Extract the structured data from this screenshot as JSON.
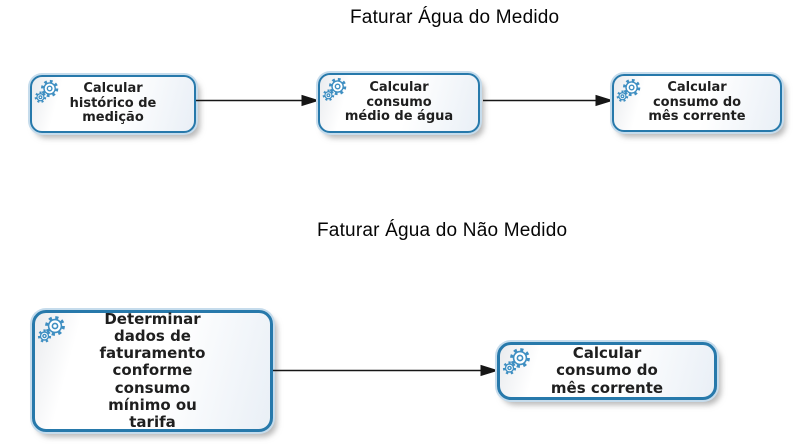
{
  "diagram": {
    "colors": {
      "task_border": "#2779ab",
      "task_halo": "#c6dcec",
      "gear_icon": "#3f8fc2",
      "arrow": "#161616",
      "text": "#1f1f1f"
    },
    "sections": [
      {
        "title": "Faturar Água do Medido",
        "nodes": [
          {
            "label": "Calcular histórico de medição",
            "icon": "service-gears-icon"
          },
          {
            "label": "Calcular consumo médio de água",
            "icon": "service-gears-icon"
          },
          {
            "label": "Calcular consumo do mês corrente",
            "icon": "service-gears-icon"
          }
        ]
      },
      {
        "title": "Faturar Água do Não Medido",
        "nodes": [
          {
            "label": "Determinar dados de faturamento conforme consumo mínimo ou tarifa",
            "icon": "service-gears-icon"
          },
          {
            "label": "Calcular consumo do mês corrente",
            "icon": "service-gears-icon"
          }
        ]
      }
    ]
  }
}
